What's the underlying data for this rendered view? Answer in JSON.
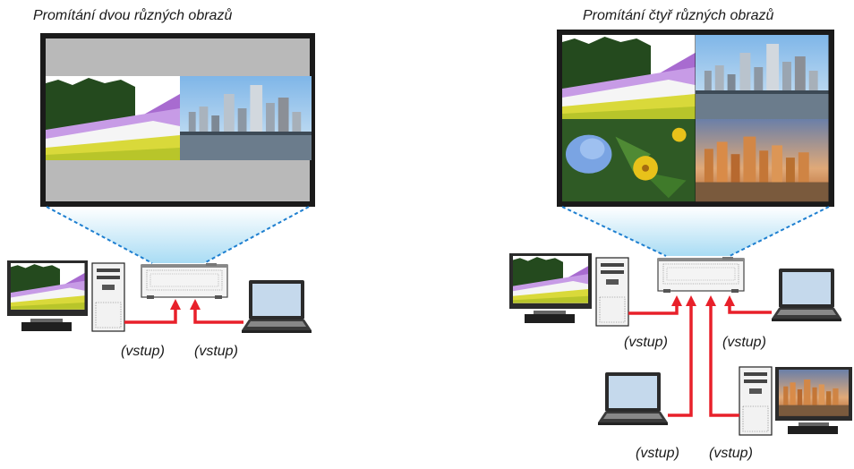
{
  "left_panel": {
    "title": "Promítání dvou různých obrazů",
    "input_labels": [
      "(vstup)",
      "(vstup)"
    ]
  },
  "right_panel": {
    "title": "Promítání čtyř různých obrazů",
    "input_labels": [
      "(vstup)",
      "(vstup)",
      "(vstup)",
      "(vstup)"
    ]
  },
  "colors": {
    "cable": "#e8202a",
    "beam": "#bfe6f7",
    "beam_edge": "#1e7fd0",
    "screen_frame": "#1a1a1a",
    "screen_gray": "#b9b9b9"
  },
  "icons": [
    "projector-icon",
    "desktop-pc-icon",
    "laptop-icon",
    "monitor-icon"
  ]
}
